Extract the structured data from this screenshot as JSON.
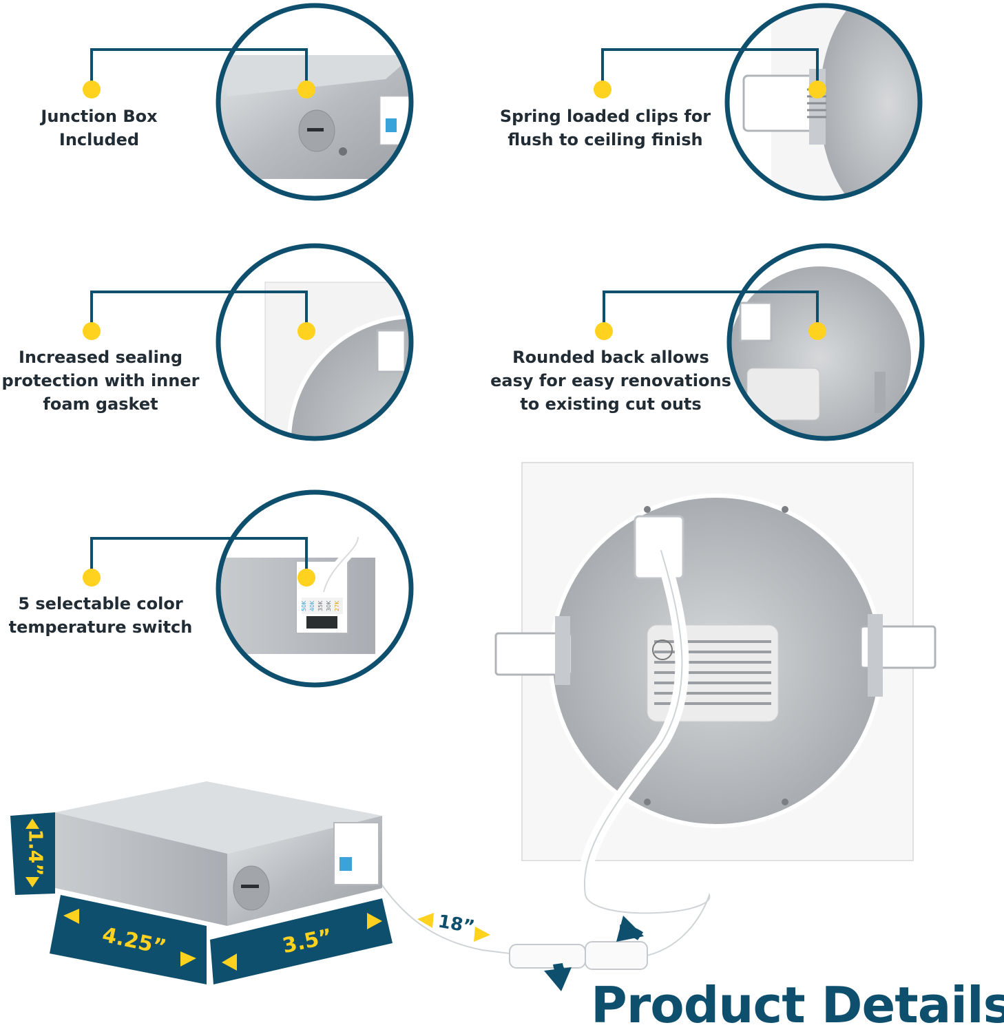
{
  "callouts": [
    {
      "id": "junction-box",
      "text": "Junction Box Included"
    },
    {
      "id": "spring-clips",
      "text": "Spring loaded clips for\nflush to ceiling finish"
    },
    {
      "id": "sealing",
      "text": "Increased sealing\nprotection with inner\nfoam gasket"
    },
    {
      "id": "rounded-back",
      "text": "Rounded back allows\neasy for easy renovations\nto existing cut outs"
    },
    {
      "id": "color-switch",
      "text": "5 selectable color\ntemperature switch"
    }
  ],
  "dimensions": {
    "height": "1.4”",
    "depth": "4.25”",
    "width": "3.5”",
    "cable": "18”"
  },
  "switch_labels": [
    "50K",
    "40K",
    "35K",
    "30K",
    "27K"
  ],
  "title": "Product Details",
  "colors": {
    "teal": "#0f4f6e",
    "yellow": "#ffd21f",
    "text": "#222c34"
  }
}
